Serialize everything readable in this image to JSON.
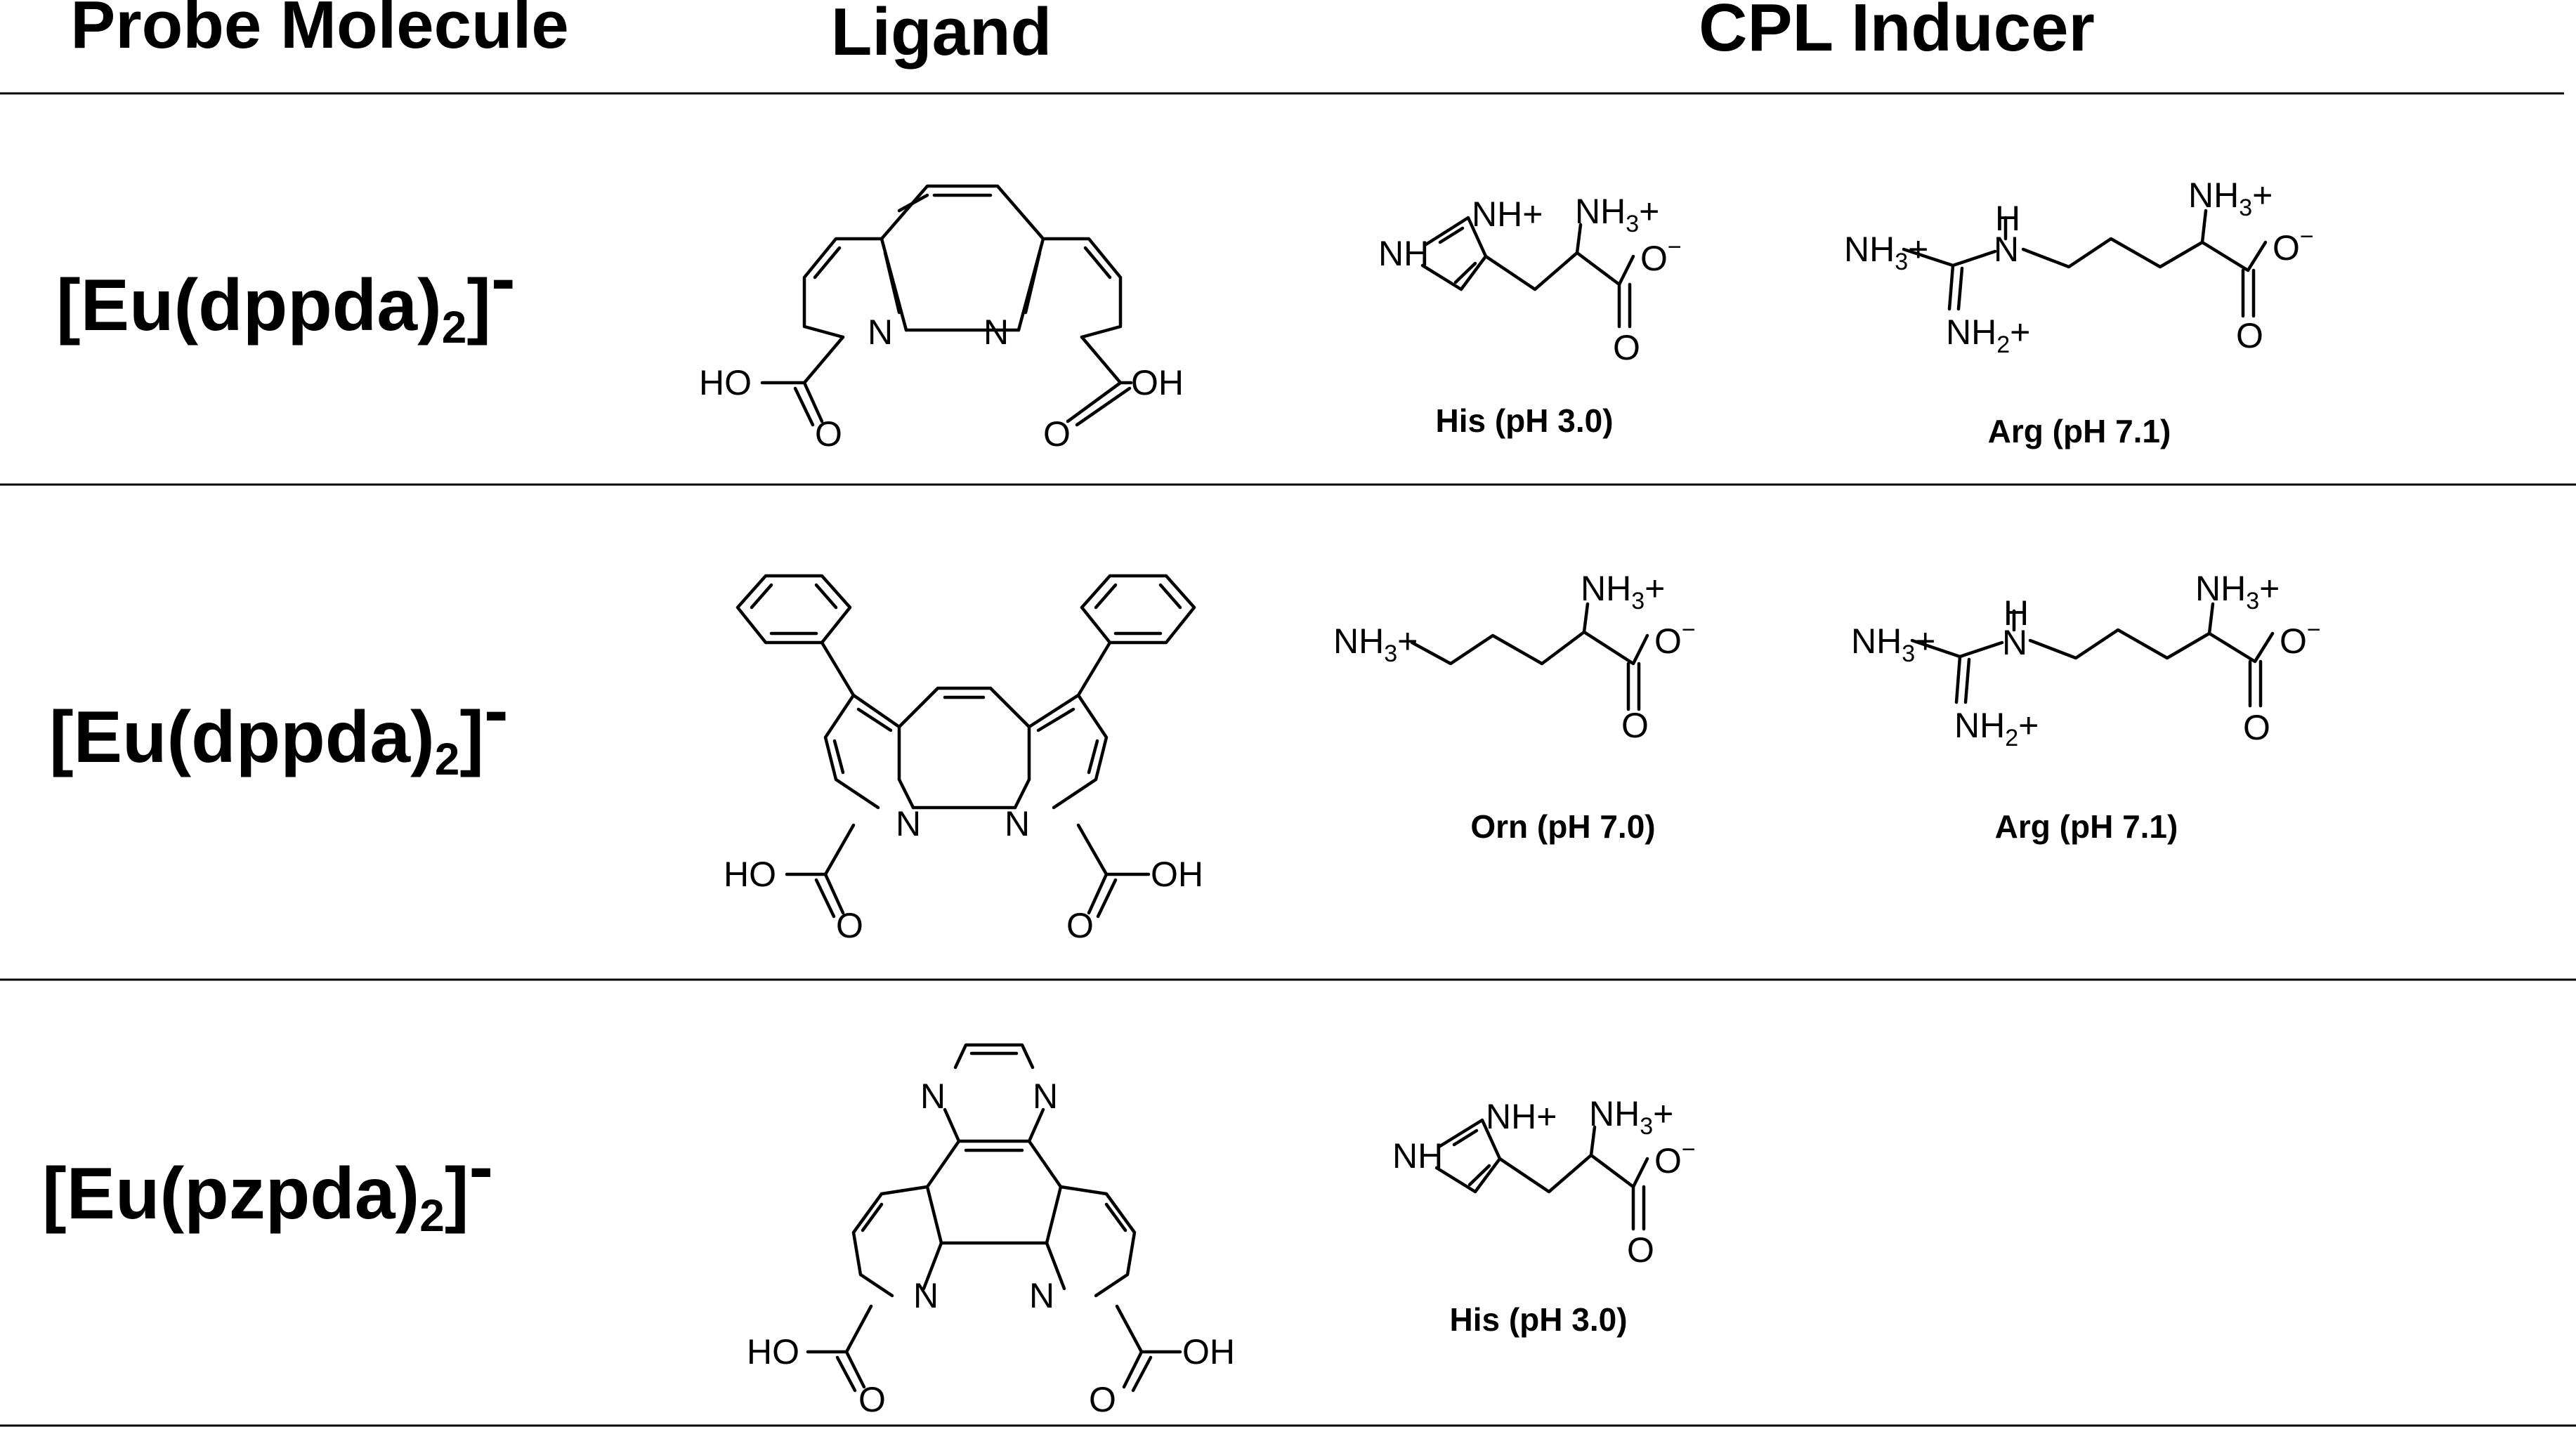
{
  "headers": {
    "probe": "Probe Molecule",
    "ligand": "Ligand",
    "inducer": "CPL Inducer"
  },
  "rows": [
    {
      "probe": {
        "base": "[Eu(dppda)",
        "sub": "2",
        "close": "]",
        "sup": "-"
      },
      "ligand_labels": {
        "n1": "N",
        "n2": "N",
        "ho": "HO",
        "oh": "OH",
        "o1": "O",
        "o2": "O"
      },
      "inducers": [
        {
          "name": "His (pH 3.0)",
          "labels": {
            "nh": "NH",
            "nhp": "NH+",
            "nh3": "NH",
            "nh3sub": "3",
            "nh3plus": "+",
            "o": "O",
            "ominus": "−"
          }
        },
        {
          "name": "Arg (pH 7.1)",
          "labels": {
            "nh3l": "NH",
            "nh3lsub": "3",
            "nh3lplus": "+",
            "h": "H",
            "n": "N",
            "nh2": "NH",
            "nh2sub": "2",
            "nh2plus": "+",
            "nh3r": "NH",
            "nh3rsub": "3",
            "nh3rplus": "+",
            "o": "O",
            "ominus": "O",
            "ominusminus": "−"
          }
        }
      ]
    },
    {
      "probe": {
        "base": "[Eu(dppda)",
        "sub": "2",
        "close": "]",
        "sup": "-"
      },
      "ligand_labels": {
        "n1": "N",
        "n2": "N",
        "ho": "HO",
        "oh": "OH",
        "o1": "O",
        "o2": "O"
      },
      "inducers": [
        {
          "name": "Orn (pH 7.0)",
          "labels": {
            "nh3l": "NH",
            "nh3lsub": "3",
            "nh3lplus": "+",
            "nh3": "NH",
            "nh3sub": "3",
            "nh3plus": "+",
            "o": "O",
            "ominus": "O",
            "ominusminus": "−"
          }
        },
        {
          "name": "Arg (pH 7.1)",
          "labels": {
            "nh3l": "NH",
            "nh3lsub": "3",
            "nh3lplus": "+",
            "h": "H",
            "n": "N",
            "nh2": "NH",
            "nh2sub": "2",
            "nh2plus": "+",
            "nh3r": "NH",
            "nh3rsub": "3",
            "nh3rplus": "+",
            "o": "O",
            "ominus": "O",
            "ominusminus": "−"
          }
        }
      ]
    },
    {
      "probe": {
        "base": "[Eu(pzpda)",
        "sub": "2",
        "close": "]",
        "sup": "-"
      },
      "ligand_labels": {
        "n1": "N",
        "n2": "N",
        "n3": "N",
        "n4": "N",
        "ho": "HO",
        "oh": "OH",
        "o1": "O",
        "o2": "O"
      },
      "inducers": [
        {
          "name": "His (pH 3.0)",
          "labels": {
            "nh": "NH",
            "nhp": "NH+",
            "nh3": "NH",
            "nh3sub": "3",
            "nh3plus": "+",
            "o": "O",
            "ominus": "O",
            "ominusminus": "−"
          }
        }
      ]
    }
  ]
}
